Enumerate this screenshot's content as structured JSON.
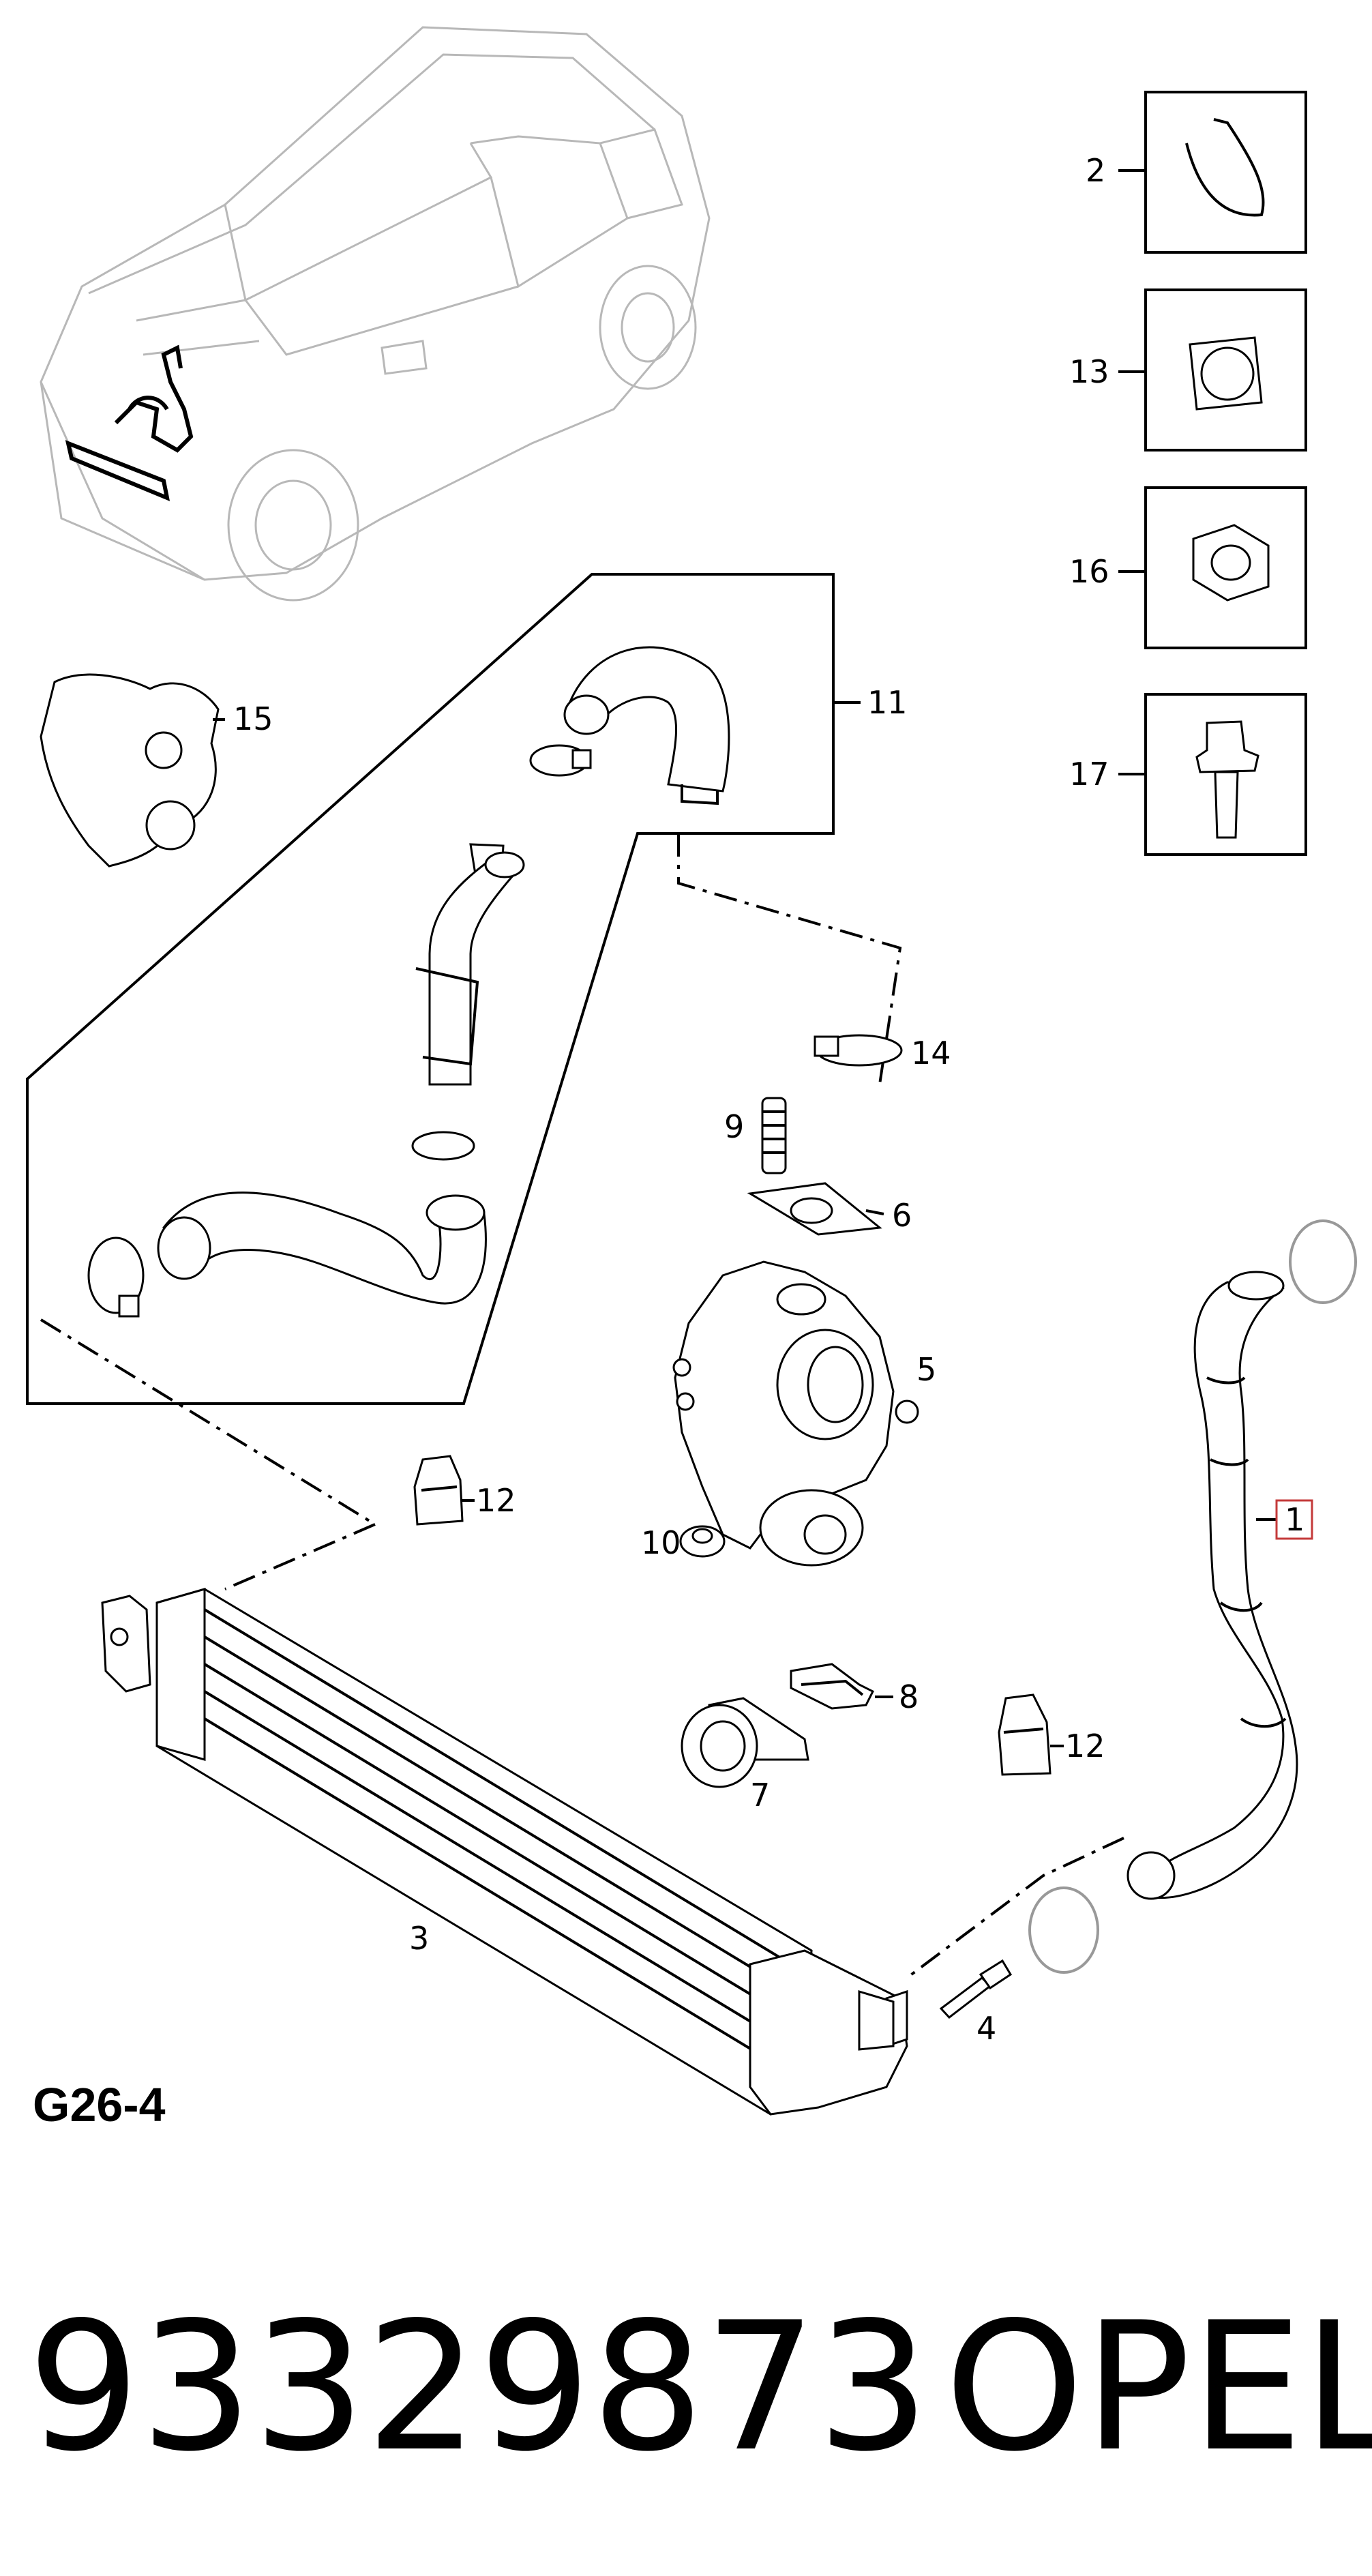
{
  "diagram": {
    "code": "G26-4",
    "labels": {
      "hose_upper_kit": "11",
      "cover": "15",
      "clip_2": "2",
      "insert_13": "13",
      "nut_16": "16",
      "bolt_17": "17",
      "clamp_14": "14",
      "stud_9": "9",
      "gasket_6": "6",
      "turbo_5": "5",
      "hose_1": "1",
      "clip_12_left": "12",
      "nut_10": "10",
      "bracket_8": "8",
      "clip_12_right": "12",
      "clamp_7": "7",
      "intercooler_3": "3",
      "bolt_4": "4"
    }
  },
  "footer": {
    "part_number": "93329873",
    "brand": "OPEL"
  }
}
